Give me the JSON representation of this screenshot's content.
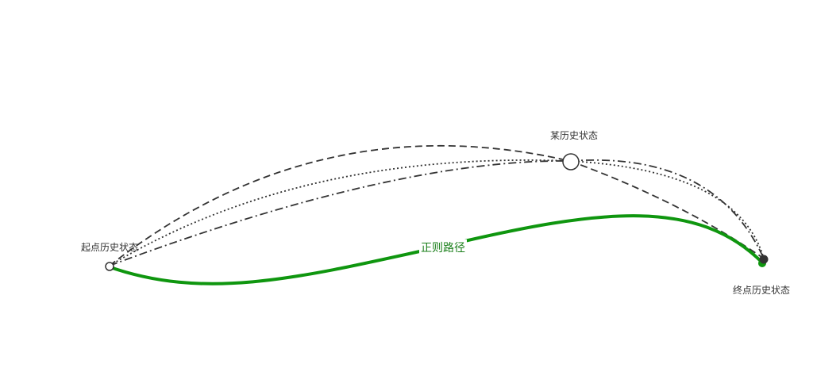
{
  "labels": {
    "start": "起点历史状态",
    "middle": "某历史状态",
    "end": "终点历史状态",
    "path": "正则路径"
  },
  "colors": {
    "curve": "#333333",
    "path": "#0f960f",
    "path_text": "#1a7f1a",
    "node_fill": "#ffffff",
    "end_node": "#333333"
  }
}
